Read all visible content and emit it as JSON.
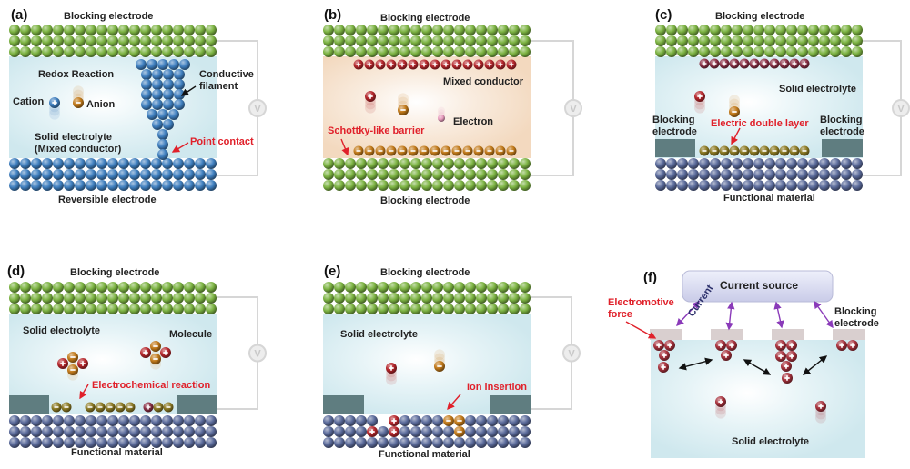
{
  "figure": {
    "panels": [
      {
        "id": "a",
        "label": "(a)",
        "top_electrode": "Blocking electrode",
        "bottom_electrode": "Reversible electrode",
        "medium_label_line1": "Solid electrolyte",
        "medium_label_line2": "(Mixed conductor)",
        "reaction_label": "Redox Reaction",
        "cation_label": "Cation",
        "anion_label": "Anion",
        "filament_label_line1": "Conductive",
        "filament_label_line2": "filament",
        "contact_label": "Point contact",
        "meter": "V"
      },
      {
        "id": "b",
        "label": "(b)",
        "top_electrode": "Blocking electrode",
        "bottom_electrode": "Blocking electrode",
        "medium_label": "Mixed conductor",
        "electron_label": "Electron",
        "barrier_label": "Schottky-like barrier",
        "meter": "V"
      },
      {
        "id": "c",
        "label": "(c)",
        "top_electrode": "Blocking electrode",
        "bottom_material": "Functional material",
        "medium_label": "Solid electrolyte",
        "left_electrode_line1": "Blocking",
        "left_electrode_line2": "electrode",
        "right_electrode_line1": "Blocking",
        "right_electrode_line2": "electrode",
        "edl_label": "Electric double layer",
        "meter": "V"
      },
      {
        "id": "d",
        "label": "(d)",
        "top_electrode": "Blocking electrode",
        "bottom_material": "Functional material",
        "medium_label": "Solid electrolyte",
        "molecule_label": "Molecule",
        "reaction_label": "Electrochemical reaction",
        "meter": "V"
      },
      {
        "id": "e",
        "label": "(e)",
        "top_electrode": "Blocking electrode",
        "bottom_material": "Functional material",
        "medium_label": "Solid electrolyte",
        "insertion_label": "Ion insertion",
        "meter": "V"
      },
      {
        "id": "f",
        "label": "(f)",
        "source_label": "Current source",
        "current_label": "Current",
        "emf_label_line1": "Electromotive",
        "emf_label_line2": "force",
        "electrode_label_line1": "Blocking",
        "electrode_label_line2": "electrode",
        "medium_label": "Solid electrolyte"
      }
    ],
    "colors": {
      "blocking_green": "#7cb342",
      "reversible_blue": "#3f7fbf",
      "functional_slate": "#5a6a9a",
      "cation_red": "#b5262b",
      "anion_orange": "#c27a1a",
      "electrolyte_bg": "#cfe8ee",
      "mixed_conductor_bg": "#f3d9bf",
      "highlight_red": "#e0202a",
      "electrode_pad": "#5f7d80",
      "source_lavender": "#c9cbe8",
      "current_purple": "#8a3ab9"
    }
  }
}
